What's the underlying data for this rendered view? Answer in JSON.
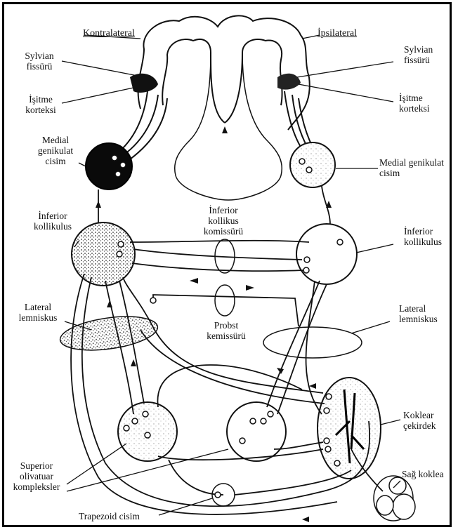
{
  "header": {
    "left": "Kontralateral",
    "right": "İpsilateral"
  },
  "labels": {
    "sylvian_left": [
      "Sylvian",
      "fissürü"
    ],
    "sylvian_right": [
      "Sylvian",
      "fissürü"
    ],
    "isitme_left": [
      "İşitme",
      "korteksi"
    ],
    "isitme_right": [
      "İşitme",
      "korteksi"
    ],
    "medial_left": [
      "Medial",
      "genikulat",
      "cisim"
    ],
    "medial_right": [
      "Medial genikulat",
      "cisim"
    ],
    "inferior_left": [
      "İnferior",
      "kollikulus"
    ],
    "inferior_right": [
      "İnferior",
      "kollikulus"
    ],
    "commissure": [
      "İnferior",
      "kollikus",
      "komissürü"
    ],
    "lateral_left": [
      "Lateral",
      "lemniskus"
    ],
    "lateral_right": [
      "Lateral",
      "lemniskus"
    ],
    "probst": [
      "Probst",
      "kemissürü"
    ],
    "koklear": [
      "Koklear",
      "çekirdek"
    ],
    "sag_koklea": "Sağ koklea",
    "superior": [
      "Superior",
      "olivatuar",
      "kompleksler"
    ],
    "trapezoid": "Trapezoid cisim"
  }
}
